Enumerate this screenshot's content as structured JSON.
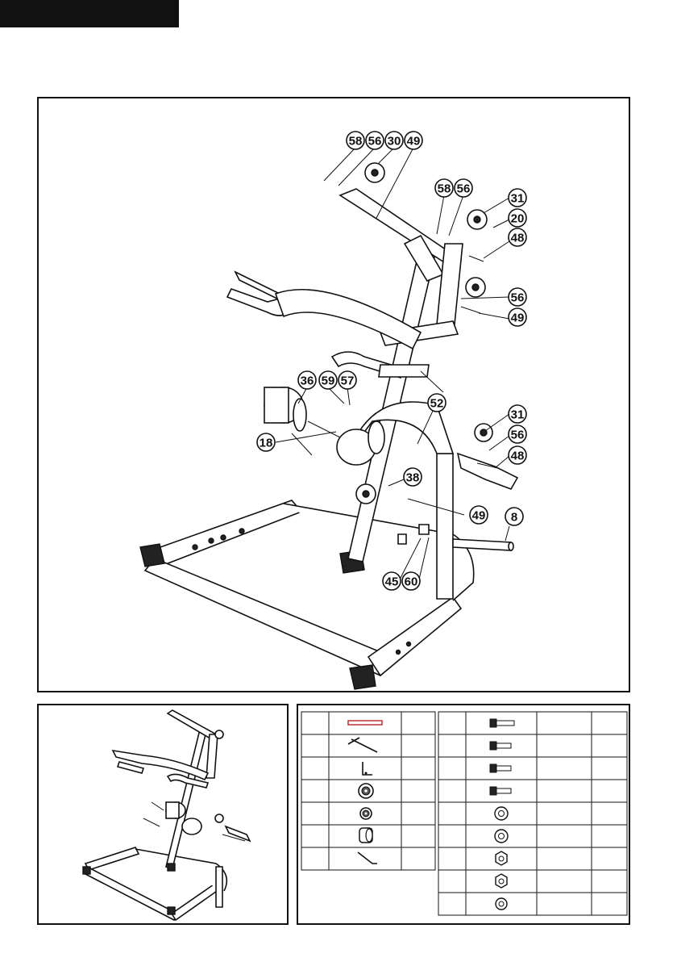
{
  "callouts": [
    {
      "id": "c58a",
      "label": "58"
    },
    {
      "id": "c56a",
      "label": "56"
    },
    {
      "id": "c30",
      "label": "30"
    },
    {
      "id": "c49a",
      "label": "49"
    },
    {
      "id": "c58b",
      "label": "58"
    },
    {
      "id": "c56b",
      "label": "56"
    },
    {
      "id": "c31a",
      "label": "31"
    },
    {
      "id": "c20",
      "label": "20"
    },
    {
      "id": "c48a",
      "label": "48"
    },
    {
      "id": "c56c",
      "label": "56"
    },
    {
      "id": "c49b",
      "label": "49"
    },
    {
      "id": "c36",
      "label": "36"
    },
    {
      "id": "c59",
      "label": "59"
    },
    {
      "id": "c57",
      "label": "57"
    },
    {
      "id": "c52",
      "label": "52"
    },
    {
      "id": "c18",
      "label": "18"
    },
    {
      "id": "c31b",
      "label": "31"
    },
    {
      "id": "c56d",
      "label": "56"
    },
    {
      "id": "c48b",
      "label": "48"
    },
    {
      "id": "c38",
      "label": "38"
    },
    {
      "id": "c49c",
      "label": "49"
    },
    {
      "id": "c8",
      "label": "8"
    },
    {
      "id": "c45",
      "label": "45"
    },
    {
      "id": "c60",
      "label": "60"
    }
  ],
  "parts_table": {
    "left_rows": [
      {
        "icon": "bar-icon"
      },
      {
        "icon": "t-handle-icon"
      },
      {
        "icon": "bracket-icon"
      },
      {
        "icon": "large-pulley-icon"
      },
      {
        "icon": "small-pulley-icon"
      },
      {
        "icon": "foam-roller-icon"
      },
      {
        "icon": "hex-key-icon"
      }
    ],
    "right_rows": [
      {
        "icon": "long-bolt-icon"
      },
      {
        "icon": "bolt-icon"
      },
      {
        "icon": "bolt-icon"
      },
      {
        "icon": "bolt-icon"
      },
      {
        "icon": "washer-icon"
      },
      {
        "icon": "washer-icon"
      },
      {
        "icon": "nut-icon"
      },
      {
        "icon": "nut-icon"
      },
      {
        "icon": "washer-icon"
      }
    ]
  }
}
